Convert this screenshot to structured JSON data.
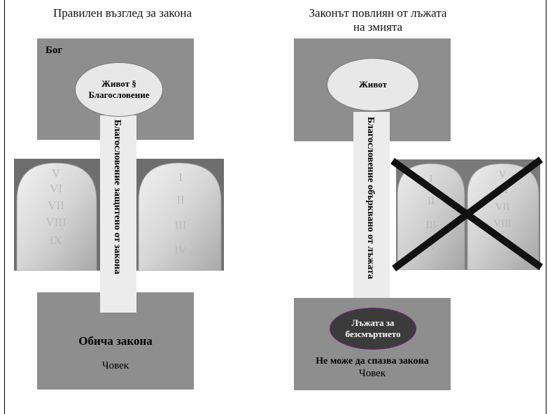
{
  "left": {
    "heading": "Правилен възглед за закона",
    "top_box_label": "Бог",
    "oval_line1": "Живот §",
    "oval_line2": "Благословение",
    "pillar_text": "Благословение защитено от закона",
    "tablet_left_numerals": [
      "V",
      "VI",
      "VII",
      "VIII",
      "IX"
    ],
    "tablet_right_numerals": [
      "I",
      "II",
      "III",
      "IV"
    ],
    "bottom_title": "Обича закона",
    "bottom_subtitle": "Човек"
  },
  "right": {
    "heading_line1": "Законът повлиян от лъжата",
    "heading_line2": "на змията",
    "oval_text": "Живот",
    "pillar_text": "Благословение обърквано от лъжата",
    "tablet_left_numerals": [
      "I",
      "II",
      "III",
      "IV"
    ],
    "tablet_right_numerals": [
      "V",
      "VI",
      "VII",
      "VIII"
    ],
    "dark_oval_line1": "Лъжата за",
    "dark_oval_line2": "безсмъртието",
    "bottom_title": "Не може да спазва закона",
    "bottom_subtitle": "Човек"
  },
  "colors": {
    "box_gray": "#8e8e8e",
    "pillar": "#ececec",
    "dark_oval": "#3b3b3b",
    "cross": "#111111"
  }
}
